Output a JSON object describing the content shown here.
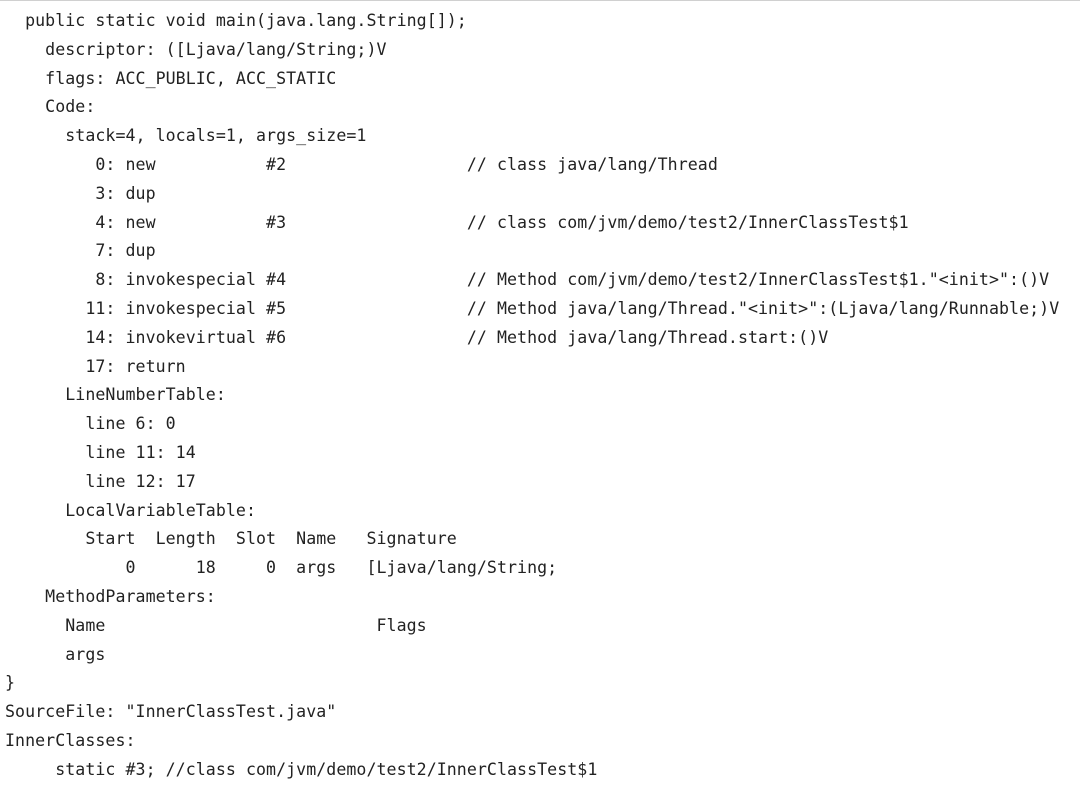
{
  "code_view": {
    "lines": [
      "  public static void main(java.lang.String[]);",
      "    descriptor: ([Ljava/lang/String;)V",
      "    flags: ACC_PUBLIC, ACC_STATIC",
      "    Code:",
      "      stack=4, locals=1, args_size=1",
      "         0: new           #2                  // class java/lang/Thread",
      "         3: dup",
      "         4: new           #3                  // class com/jvm/demo/test2/InnerClassTest$1",
      "         7: dup",
      "         8: invokespecial #4                  // Method com/jvm/demo/test2/InnerClassTest$1.\"<init>\":()V",
      "        11: invokespecial #5                  // Method java/lang/Thread.\"<init>\":(Ljava/lang/Runnable;)V",
      "        14: invokevirtual #6                  // Method java/lang/Thread.start:()V",
      "        17: return",
      "      LineNumberTable:",
      "        line 6: 0",
      "        line 11: 14",
      "        line 12: 17",
      "      LocalVariableTable:",
      "        Start  Length  Slot  Name   Signature",
      "            0      18     0  args   [Ljava/lang/String;",
      "    MethodParameters:",
      "      Name                           Flags",
      "      args",
      "}",
      "SourceFile: \"InnerClassTest.java\"",
      "InnerClasses:",
      "     static #3; //class com/jvm/demo/test2/InnerClassTest$1"
    ]
  }
}
